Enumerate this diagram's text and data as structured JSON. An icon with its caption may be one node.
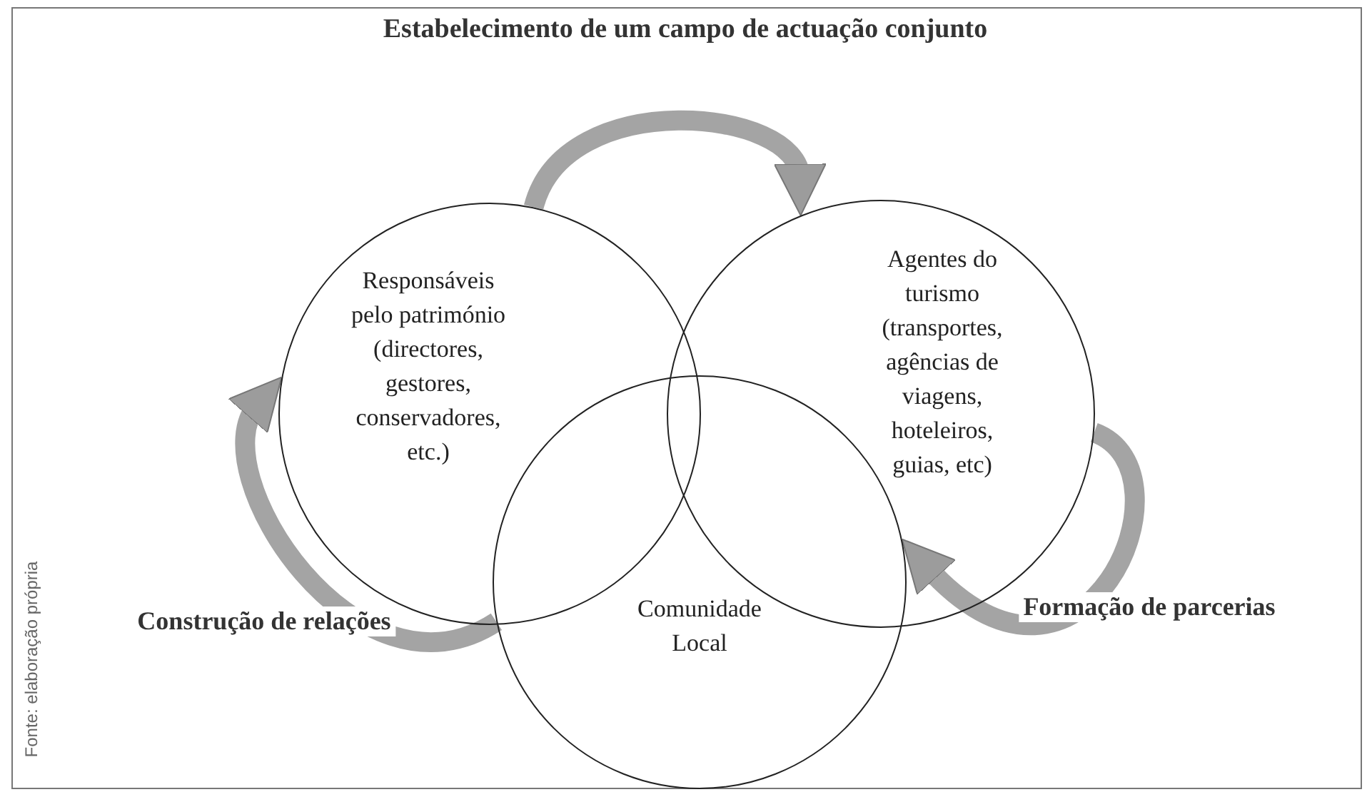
{
  "diagram": {
    "nodes": [
      {
        "text": [
          "Responsáveis pelo património (directores, gestores, conservadores, etc.)"
        ]
      },
      {
        "text": [
          "Agentes do turismo (transportes, agências de viagens, hoteleiros, guias, etc)"
        ]
      },
      {
        "text": [
          "Comunidade Local"
        ]
      }
    ],
    "edges": [
      {
        "from": 0,
        "to": 1,
        "arrow": "to",
        "label": "Estabelecimento de um campo de actuação conjunto"
      },
      {
        "from": 2,
        "to": 0,
        "arrow": "to",
        "label": "Construção de relações"
      },
      {
        "from": 1,
        "to": 2,
        "arrow": "to",
        "label": "Formação de parcerias"
      }
    ],
    "labels": [
      "Fonte: elaboração própria"
    ]
  }
}
